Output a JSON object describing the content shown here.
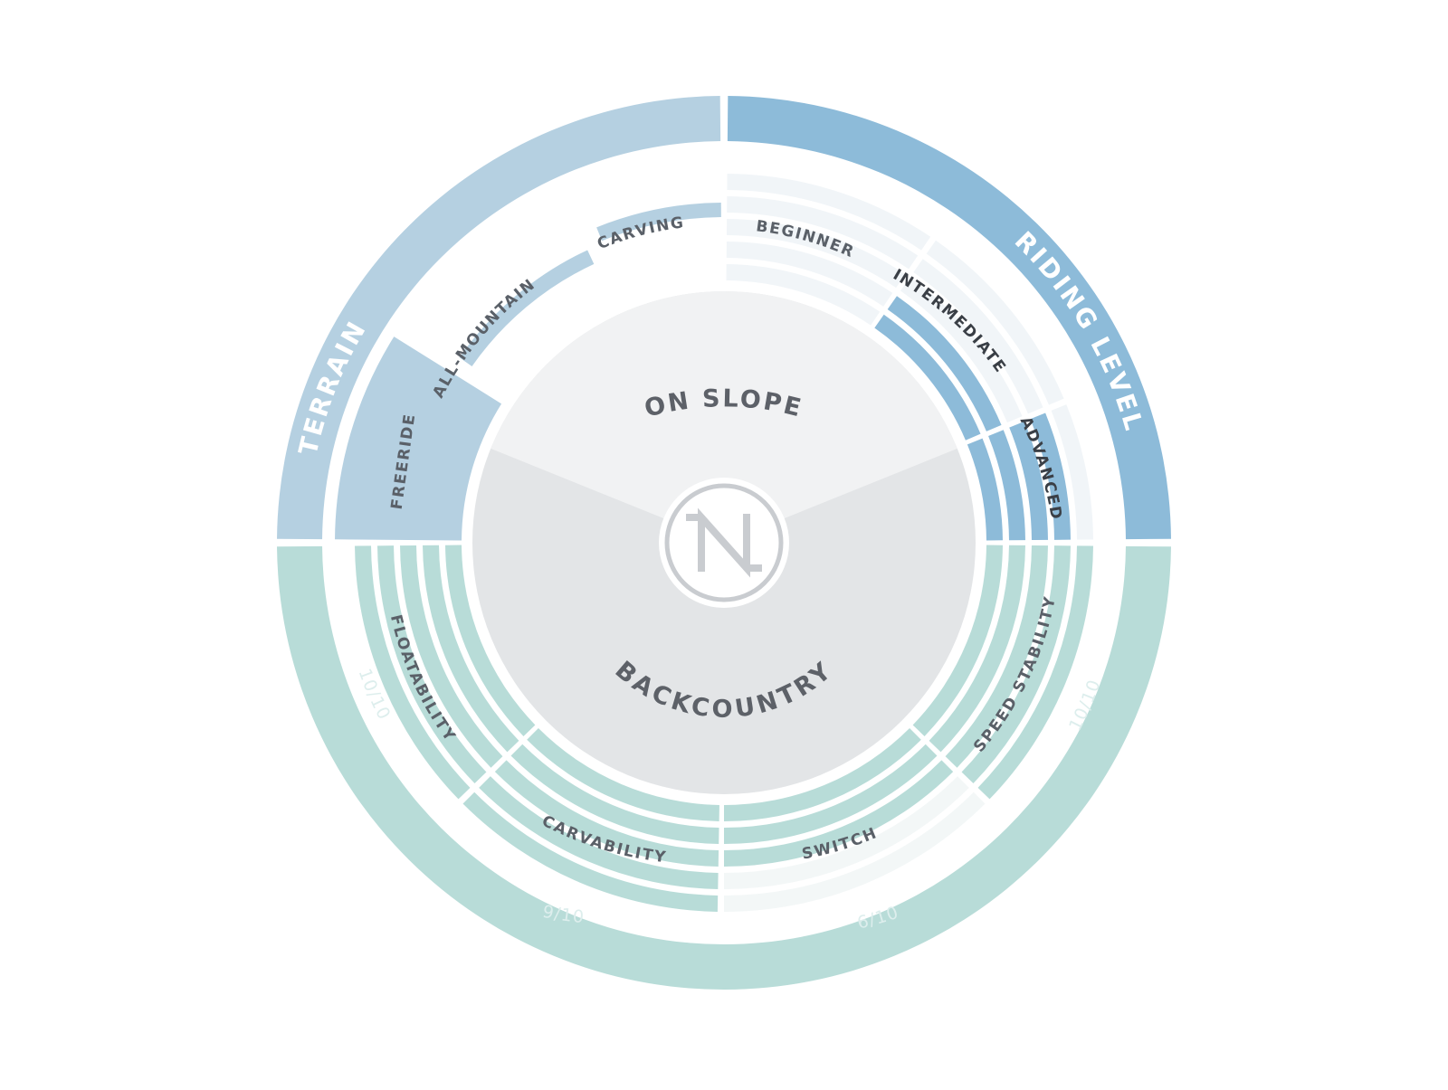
{
  "colors": {
    "terrain": "#b5d0e1",
    "riding": "#8dbbd9",
    "riding_inactive": "#f1f5f8",
    "characteristics": "#b8dcd8",
    "characteristics_inactive": "#f3f7f7",
    "core_top": "#f1f2f3",
    "core_bottom": "#e3e5e7",
    "logo": "#c9ccd0"
  },
  "icons": {
    "logo": "n-logo-icon"
  },
  "terrain": {
    "title": "TERRAIN",
    "levels": [
      {
        "label": "FREERIDE",
        "active": true
      },
      {
        "label": "ALL-MOUNTAIN",
        "active": true
      },
      {
        "label": "CARVING",
        "active": true
      }
    ]
  },
  "riding_level": {
    "title": "RIDING LEVEL",
    "levels": [
      {
        "label": "BEGINNER",
        "filled_rings": 0
      },
      {
        "label": "INTERMEDIATE",
        "filled_rings": 2
      },
      {
        "label": "ADVANCED",
        "filled_rings": 4
      }
    ]
  },
  "characteristics": {
    "title": "CHARACTERISTICS RATING",
    "items": [
      {
        "label": "FLOATABILITY",
        "score": "10/10",
        "rating": 10
      },
      {
        "label": "CARVABILITY",
        "score": "9/10",
        "rating": 9
      },
      {
        "label": "SWITCH",
        "score": "6/10",
        "rating": 6
      },
      {
        "label": "SPEED STABILITY",
        "score": "10/10",
        "rating": 10
      }
    ]
  },
  "core": {
    "top_label": "ON SLOPE",
    "bottom_label": "BACKCOUNTRY"
  }
}
